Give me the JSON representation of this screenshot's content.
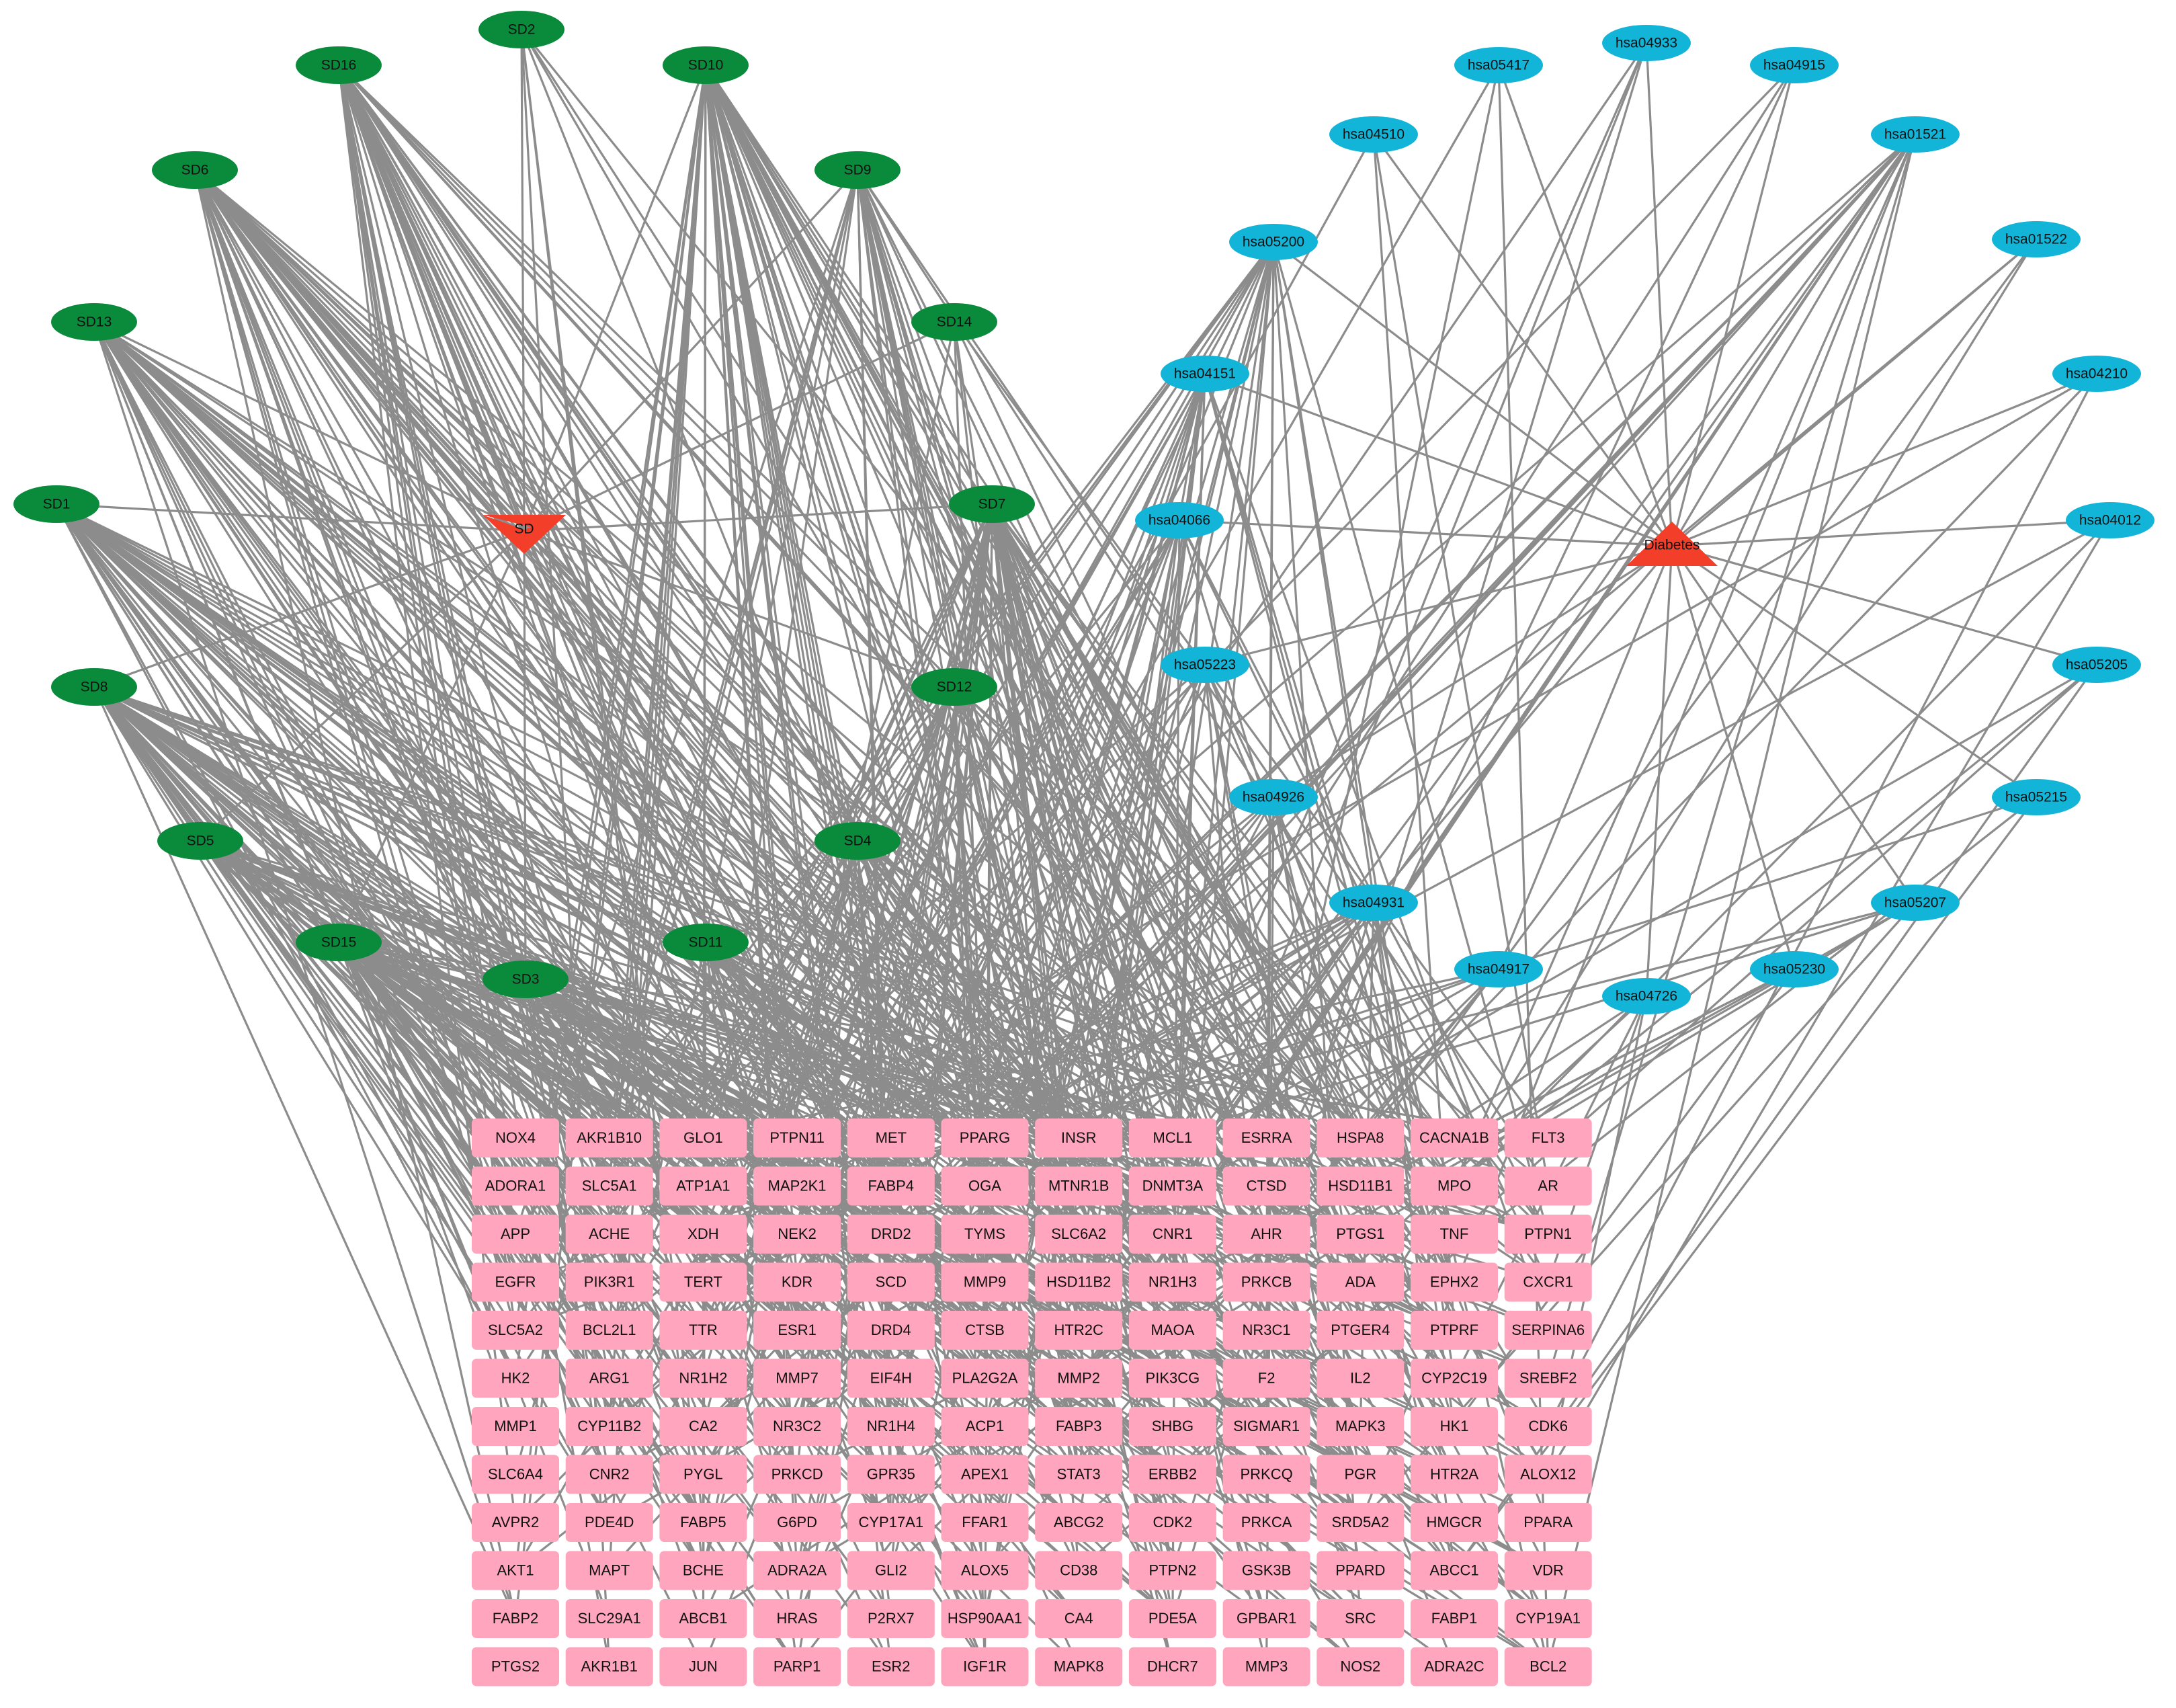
{
  "colors": {
    "compound_node": "#0a8a3b",
    "pathway_node": "#12b5d8",
    "target_node": "#ffa5bd",
    "hub_node": "#f33e2a",
    "edge": "#8c8c8c"
  },
  "hubs": [
    {
      "id": "SD",
      "shape": "inverted-triangle"
    },
    {
      "id": "Diabetes",
      "shape": "triangle"
    }
  ],
  "compounds": [
    "SD1",
    "SD2",
    "SD3",
    "SD4",
    "SD5",
    "SD6",
    "SD7",
    "SD8",
    "SD9",
    "SD10",
    "SD11",
    "SD12",
    "SD13",
    "SD14",
    "SD15",
    "SD16"
  ],
  "pathways": [
    "hsa01521",
    "hsa01522",
    "hsa04012",
    "hsa04066",
    "hsa04151",
    "hsa04210",
    "hsa04510",
    "hsa04726",
    "hsa04915",
    "hsa04917",
    "hsa04926",
    "hsa04931",
    "hsa04933",
    "hsa05200",
    "hsa05205",
    "hsa05207",
    "hsa05215",
    "hsa05223",
    "hsa05230",
    "hsa05417"
  ],
  "targets": [
    [
      "NOX4",
      "AKR1B10",
      "GLO1",
      "PTPN11",
      "MET",
      "PPARG",
      "INSR",
      "MCL1",
      "ESRRA",
      "HSPA8",
      "CACNA1B",
      "FLT3"
    ],
    [
      "ADORA1",
      "SLC5A1",
      "ATP1A1",
      "MAP2K1",
      "FABP4",
      "OGA",
      "MTNR1B",
      "DNMT3A",
      "CTSD",
      "HSD11B1",
      "MPO",
      "AR"
    ],
    [
      "APP",
      "ACHE",
      "XDH",
      "NEK2",
      "DRD2",
      "TYMS",
      "SLC6A2",
      "CNR1",
      "AHR",
      "PTGS1",
      "TNF",
      "PTPN1"
    ],
    [
      "EGFR",
      "PIK3R1",
      "TERT",
      "KDR",
      "SCD",
      "MMP9",
      "HSD11B2",
      "NR1H3",
      "PRKCB",
      "ADA",
      "EPHX2",
      "CXCR1"
    ],
    [
      "SLC5A2",
      "BCL2L1",
      "TTR",
      "ESR1",
      "DRD4",
      "CTSB",
      "HTR2C",
      "MAOA",
      "NR3C1",
      "PTGER4",
      "PTPRF",
      "SERPINA6"
    ],
    [
      "HK2",
      "ARG1",
      "NR1H2",
      "MMP7",
      "EIF4H",
      "PLA2G2A",
      "MMP2",
      "PIK3CG",
      "F2",
      "IL2",
      "CYP2C19",
      "SREBF2"
    ],
    [
      "MMP1",
      "CYP11B2",
      "CA2",
      "NR3C2",
      "NR1H4",
      "ACP1",
      "FABP3",
      "SHBG",
      "SIGMAR1",
      "MAPK3",
      "HK1",
      "CDK6"
    ],
    [
      "SLC6A4",
      "CNR2",
      "PYGL",
      "PRKCD",
      "GPR35",
      "APEX1",
      "STAT3",
      "ERBB2",
      "PRKCQ",
      "PGR",
      "HTR2A",
      "ALOX12"
    ],
    [
      "AVPR2",
      "PDE4D",
      "FABP5",
      "G6PD",
      "CYP17A1",
      "FFAR1",
      "ABCG2",
      "CDK2",
      "PRKCA",
      "SRD5A2",
      "HMGCR",
      "PPARA"
    ],
    [
      "AKT1",
      "MAPT",
      "BCHE",
      "ADRA2A",
      "GLI2",
      "ALOX5",
      "CD38",
      "PTPN2",
      "GSK3B",
      "PPARD",
      "ABCC1",
      "VDR"
    ],
    [
      "FABP2",
      "SLC29A1",
      "ABCB1",
      "HRAS",
      "P2RX7",
      "HSP90AA1",
      "CA4",
      "PDE5A",
      "GPBAR1",
      "SRC",
      "FABP1",
      "CYP19A1"
    ],
    [
      "PTGS2",
      "AKR1B1",
      "JUN",
      "PARP1",
      "ESR2",
      "IGF1R",
      "MAPK8",
      "DHCR7",
      "MMP3",
      "NOS2",
      "ADRA2C",
      "BCL2"
    ]
  ]
}
